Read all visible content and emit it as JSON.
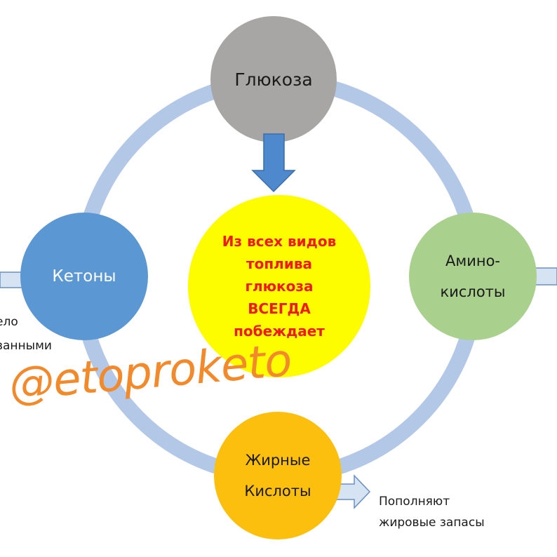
{
  "nodes": {
    "glucose": {
      "label": "Глюкоза"
    },
    "ketones": {
      "label": "Кетоны"
    },
    "amino": {
      "line1": "Амино-",
      "line2": "кислоты"
    },
    "fatty": {
      "line1": "Жирные",
      "line2": "Кислоты"
    }
  },
  "center": {
    "lines": [
      "Из всех видов",
      "топлива",
      "глюкоза",
      "ВСЕГДА",
      "побеждает"
    ]
  },
  "notes": {
    "left_line1": "ело",
    "left_line2": "ванными",
    "right_line1": "Пополняют",
    "right_line2": "жировые запасы"
  },
  "watermark": "@etoproketo",
  "colors": {
    "ring": "#b3c8e6",
    "glucose": "#a8a5a5",
    "ketones": "#5b97d3",
    "amino": "#a9d08d",
    "fatty": "#fdbf0d",
    "center": "#fdfd00",
    "center_text": "#ee1b1b",
    "blue_arrow": "#4d89cc",
    "light_arrow": "#d6e3f3",
    "watermark": "#f28a2c"
  },
  "icons": [
    "down-arrow-icon",
    "left-arrow-icon",
    "right-arrow-icon"
  ]
}
